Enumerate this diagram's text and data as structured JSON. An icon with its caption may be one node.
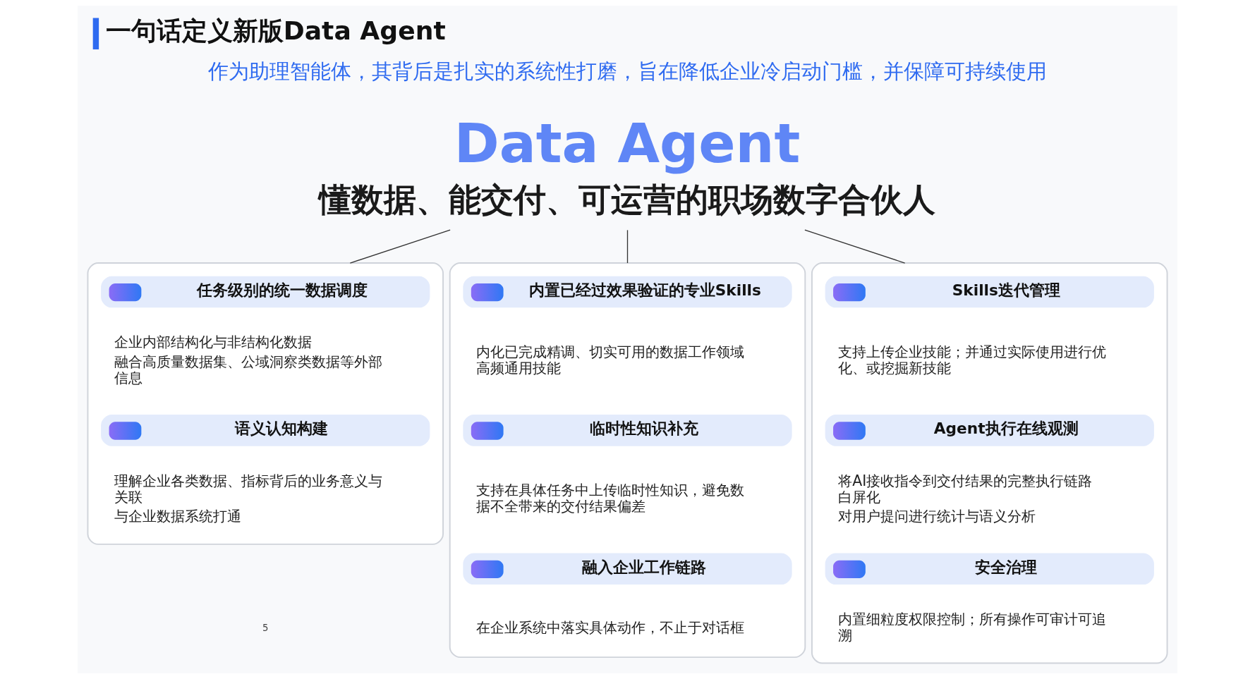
{
  "diagram": {
    "title": "一句话定义新版Data Agent",
    "nodes": [
      {
        "text": [
          "Data Agent",
          "懂数据、能交付、可运营的职场数字合伙人"
        ]
      },
      {
        "text": [],
        "shape": "box"
      },
      {
        "text": [
          "任务级别的统一数据调度"
        ],
        "in": 1,
        "beside": [
          "企业内部结构化与非结构化数据",
          "融合高质量数据集、公域洞察类数据等外部信息"
        ]
      },
      {
        "text": [
          "语义认知构建"
        ],
        "in": 1,
        "beside": [
          "理解企业各类数据、指标背后的业务意义与关联",
          "与企业数据系统打通"
        ]
      },
      {
        "text": [],
        "shape": "box"
      },
      {
        "text": [
          "内置已经过效果验证的专业Skills"
        ],
        "in": 4,
        "beside": [
          "内化已完成精调、切实可用的数据工作领域高频通用技能"
        ]
      },
      {
        "text": [
          "临时性知识补充"
        ],
        "in": 4,
        "beside": [
          "支持在具体任务中上传临时性知识，避免数据不全带来的交付结果偏差"
        ]
      },
      {
        "text": [
          "融入企业工作链路"
        ],
        "in": 4,
        "beside": [
          "在企业系统中落实具体动作，不止于对话框"
        ]
      },
      {
        "text": [],
        "shape": "box"
      },
      {
        "text": [
          "Skills迭代管理"
        ],
        "in": 8,
        "beside": [
          "支持上传企业技能；并通过实际使用进行优化、或挖掘新技能"
        ]
      },
      {
        "text": [
          "Agent执行在线观测"
        ],
        "in": 8,
        "beside": [
          "将AI接收指令到交付结果的完整执行链路白屏化",
          "对用户提问进行统计与语义分析"
        ]
      },
      {
        "text": [
          "安全治理"
        ],
        "in": 8,
        "beside": [
          "内置细粒度权限控制；所有操作可审计可追溯"
        ]
      }
    ],
    "edges": [
      {
        "from": 0,
        "to": 1,
        "arrow": "none"
      },
      {
        "from": 0,
        "to": 4,
        "arrow": "none"
      },
      {
        "from": 0,
        "to": 8,
        "arrow": "none"
      }
    ],
    "labels": [
      "作为助理智能体，其背后是扎实的系统性打磨，旨在降低企业冷启动门槛，并保障可持续使用",
      "5"
    ]
  }
}
